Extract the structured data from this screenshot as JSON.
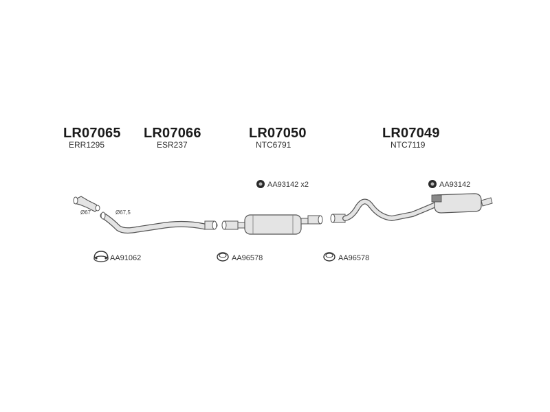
{
  "parts": [
    {
      "code": "LR07065",
      "oem": "ERR1295"
    },
    {
      "code": "LR07066",
      "oem": "ESR237"
    },
    {
      "code": "LR07050",
      "oem": "NTC6791"
    },
    {
      "code": "LR07049",
      "oem": "NTC7119"
    }
  ],
  "accessories": {
    "clamp_front": "AA93142 x2",
    "clamp_rear": "AA93142",
    "gasket": "AA91062",
    "ring_1": "AA96578",
    "ring_2": "AA96578"
  },
  "dimensions": {
    "d1": "Ø67",
    "d2": "Ø67,5"
  },
  "colors": {
    "line": "#555555",
    "fill": "#e4e4e4",
    "dark": "#2a2a2a"
  }
}
